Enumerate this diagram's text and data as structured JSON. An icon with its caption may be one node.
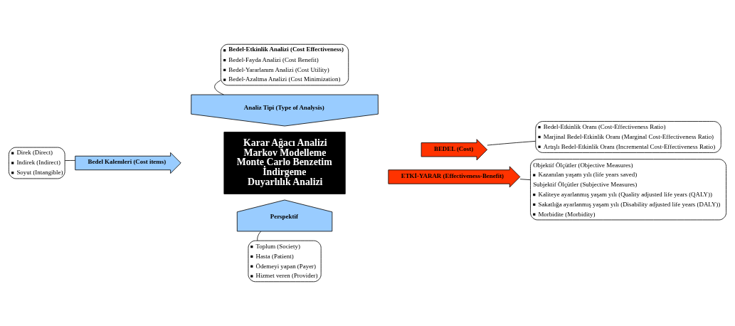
{
  "diagram": {
    "nodes": [
      {
        "text": [
          "Bedel-Etkinlik Analizi (Cost Effectiveness)",
          "Bedel-Fayda Analizi (Cost Benefit)",
          "Bedel-Yararlanım Analizi (Cost Utility)",
          "Bedel-Azaltma Analizi (Cost Minimization)"
        ]
      },
      {
        "text": [
          "Analiz Tipi (Type of Analysis)"
        ]
      },
      {
        "text": [
          "Karar Ağacı Analizi",
          "Markov Modelleme",
          "Monte Carlo Benzetim",
          "İndirgeme",
          "Duyarlılık Analizi"
        ]
      },
      {
        "text": [
          "BEDEL (Cost)"
        ]
      },
      {
        "text": [
          "Bedel-Etkinlik Oranı (Cost-Effectiveness Ratio)",
          "Marjinal Bedel-Etkinlik Oranı (Marginal Cost-Effectiveness Ratio)",
          "Artışlı Bedel-Etkinlik Oranı (Incremental Cost-Effectiveness Ratio)"
        ]
      },
      {
        "text": [
          "Direk (Direct)",
          "Indirek (Indirect)",
          "Soyut (Intangible)"
        ]
      },
      {
        "text": [
          "Bedel Kalemleri (Cost items)"
        ]
      },
      {
        "text": [
          "ETKİ-YARAR (Effectiveness-Benefit)"
        ]
      },
      {
        "text": [
          "Objektif Ölçütler (Objective Measures)",
          "Kazanılan yaşam yılı (life years saved)",
          "Subjektif Ölçütler (Subjective Measures)",
          "Kaliteye ayarlanmış yaşam yılı (Quality adjusted life years (QALY))",
          "Sakatlığa ayarlanmış yaşam yılı (Disability adjusted life years (DALY))",
          "Morbidite (Morbidity)"
        ]
      },
      {
        "text": [
          "Perspektif"
        ]
      },
      {
        "text": [
          "Toplum (Society)",
          "Hasta (Patient)",
          "Ödemeyi yapan (Payer)",
          "Hizmet veren (Provider)"
        ]
      }
    ],
    "edges": [
      {
        "from": 0,
        "to": 1,
        "arrow": "none"
      },
      {
        "from": 4,
        "to": 3,
        "arrow": "none"
      },
      {
        "from": 5,
        "to": 6,
        "arrow": "none"
      },
      {
        "from": 8,
        "to": 7,
        "arrow": "none"
      },
      {
        "from": 10,
        "to": 9,
        "arrow": "none"
      }
    ]
  }
}
